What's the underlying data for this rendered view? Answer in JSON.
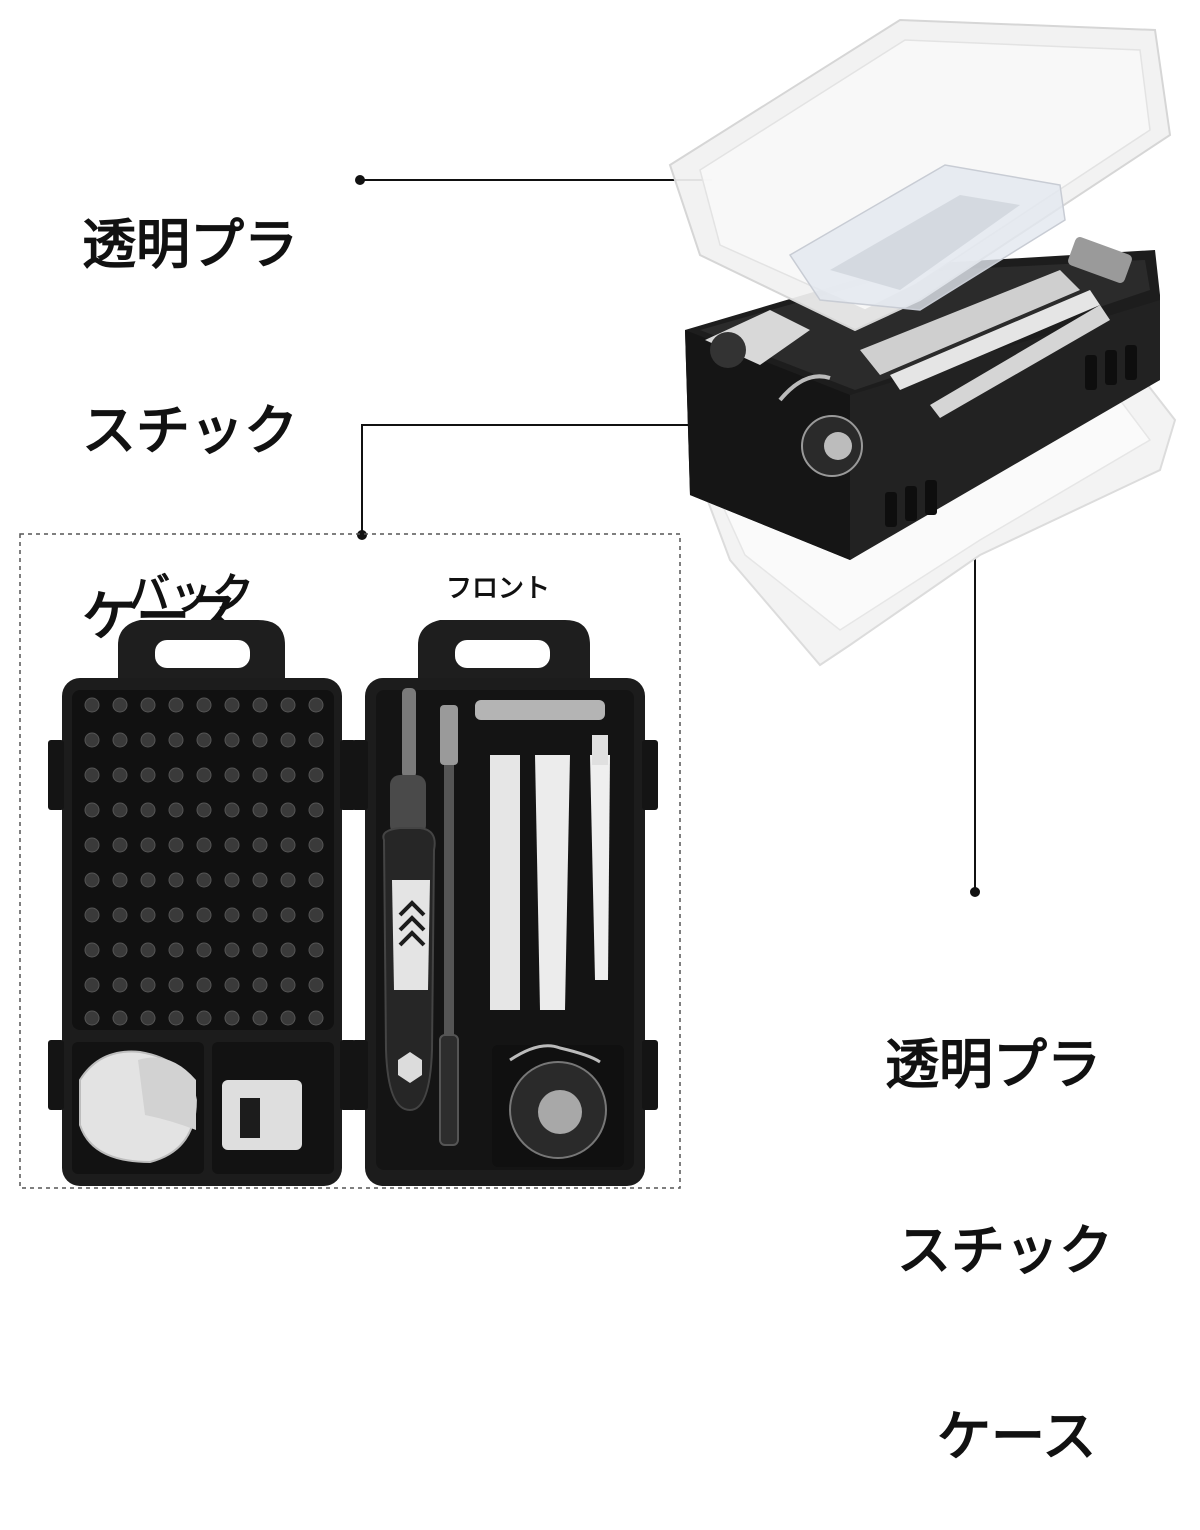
{
  "labels": {
    "top_case": [
      "透明プラ",
      "スチック",
      "ケース"
    ],
    "bottom_case": [
      "透明プラ",
      "スチック",
      "ケース"
    ],
    "back": "バック",
    "front": "フロント"
  },
  "colors": {
    "case_black": "#1c1c1c",
    "tool_white": "#e9e9e9",
    "lid_clear": "#f4f4f4"
  }
}
